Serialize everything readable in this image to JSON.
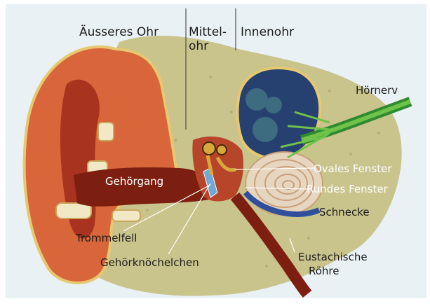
{
  "header": {
    "outer_ear": "Äusseres Ohr",
    "middle_ear_line1": "Mittel-",
    "middle_ear_line2": "ohr",
    "inner_ear": "Innenohr"
  },
  "labels": {
    "auditory_nerve": "Hörnerv",
    "ear_canal": "Gehörgang",
    "oval_window": "Ovales Fenster",
    "round_window": "Rundes Fenster",
    "cochlea": "Schnecke",
    "eardrum": "Trommelfell",
    "ossicles": "Gehörknöchelchen",
    "eustachian_tube_line1": "Eustachische",
    "eustachian_tube_line2": "Röhre"
  }
}
